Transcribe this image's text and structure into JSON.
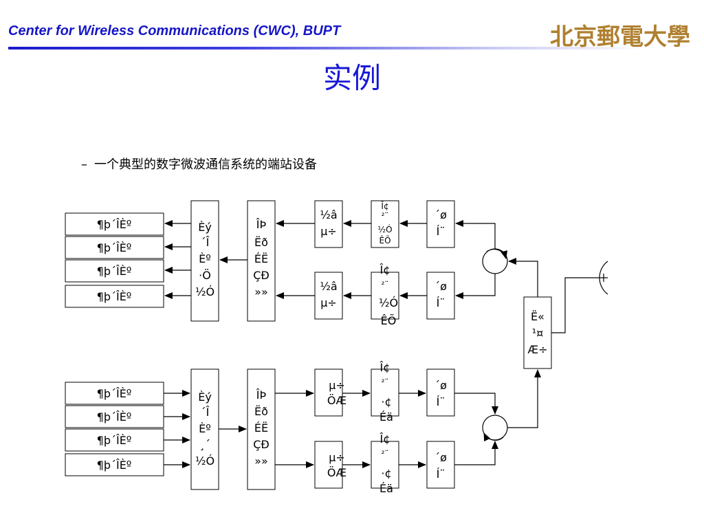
{
  "header": {
    "title": "Center for Wireless Communications (CWC), BUPT",
    "logo_text": "北京郵電大學"
  },
  "slide": {
    "title": "实例",
    "bullet_marker": "–",
    "bullet_text": "一个典型的数字微波通信系统的端站设备"
  },
  "colors": {
    "title_blue": "#1818d8",
    "header_blue": "#1515c8",
    "logo_gold": "#b08030"
  },
  "diagram": {
    "left_boxes": [
      "¶þ´ÎÈº",
      "¶þ´ÎÈº",
      "¶þ´ÎÈº",
      "¶þ´ÎÈº",
      "¶þ´ÎÈº",
      "¶þ´ÎÈº",
      "¶þ´ÎÈº",
      "¶þ´ÎÈº"
    ],
    "mux_top": [
      "Èý",
      "´Î",
      "Èº",
      "·Ö",
      "½Ó"
    ],
    "mux_bottom": [
      "Èý",
      "´Î",
      "Èº",
      "¸´",
      "½Ó"
    ],
    "codec_top": [
      "ÎÞ",
      "Ëð",
      "ÉË",
      "ÇÐ",
      "»»"
    ],
    "codec_bottom": [
      "ÎÞ",
      "Ëð",
      "ÉË",
      "ÇÐ",
      "»»"
    ],
    "demod": [
      "½â",
      "µ÷"
    ],
    "mod": [
      "µ÷",
      "ÖÆ"
    ],
    "if_rx_top": [
      "Î¢",
      "²¨",
      "½Ó",
      "ÊÕ"
    ],
    "if_rx_mid": [
      "Î¢",
      "²¨",
      "½Ó",
      "ÊÕ"
    ],
    "if_tx": [
      "Î¢",
      "²¨",
      "·¢",
      "Éä"
    ],
    "filter": [
      "´ø",
      "Í¨"
    ],
    "duplexer": [
      "Ë«",
      "¹¤",
      "Æ÷"
    ]
  }
}
